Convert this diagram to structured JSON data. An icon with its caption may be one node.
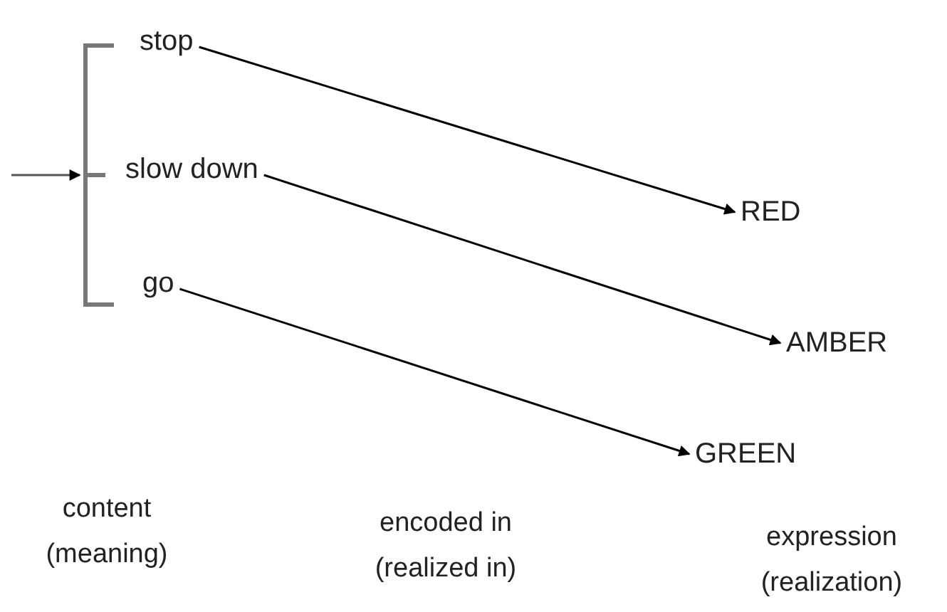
{
  "diagram": {
    "nodes": [
      {
        "text": [],
        "shape": "bar"
      },
      {
        "text": [
          "stop"
        ]
      },
      {
        "text": [
          "slow down"
        ]
      },
      {
        "text": [
          "go"
        ]
      },
      {
        "text": [
          "RED"
        ]
      },
      {
        "text": [
          "AMBER"
        ]
      },
      {
        "text": [
          "GREEN"
        ]
      }
    ],
    "edges": [
      {
        "from": null,
        "to": 0,
        "arrow": "to"
      },
      {
        "from": 1,
        "to": 4,
        "arrow": "to"
      },
      {
        "from": 2,
        "to": 5,
        "arrow": "to"
      },
      {
        "from": 3,
        "to": 6,
        "arrow": "to"
      }
    ],
    "labels": [
      "content (meaning)",
      "encoded in (realized in)",
      "expression (realization)"
    ]
  }
}
